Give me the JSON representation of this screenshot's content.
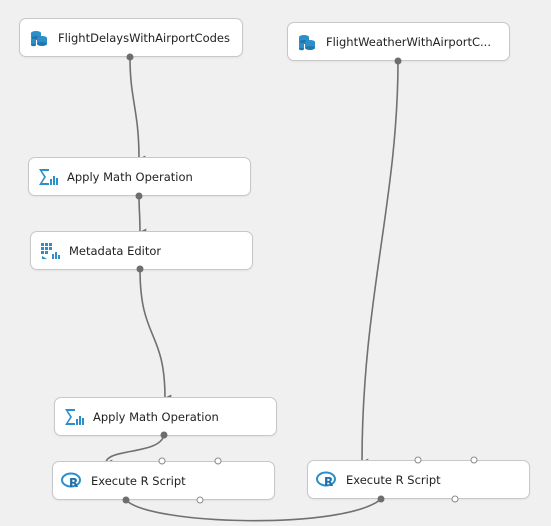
{
  "canvas": {
    "background": "#f0f0f0",
    "connector_color": "#707070",
    "icon_color": "#2c8fc9"
  },
  "modules": {
    "flight_delays": {
      "label": "FlightDelaysWithAirportCodes",
      "icon": "dataset-icon"
    },
    "flight_weather": {
      "label": "FlightWeatherWithAirportC...",
      "icon": "dataset-icon"
    },
    "apply_math_1": {
      "label": "Apply Math Operation",
      "icon": "math-operation-icon"
    },
    "metadata_editor": {
      "label": "Metadata Editor",
      "icon": "metadata-editor-icon"
    },
    "apply_math_2": {
      "label": "Apply Math Operation",
      "icon": "math-operation-icon"
    },
    "execute_r_1": {
      "label": "Execute R Script",
      "icon": "r-script-icon"
    },
    "execute_r_2": {
      "label": "Execute R Script",
      "icon": "r-script-icon"
    }
  }
}
